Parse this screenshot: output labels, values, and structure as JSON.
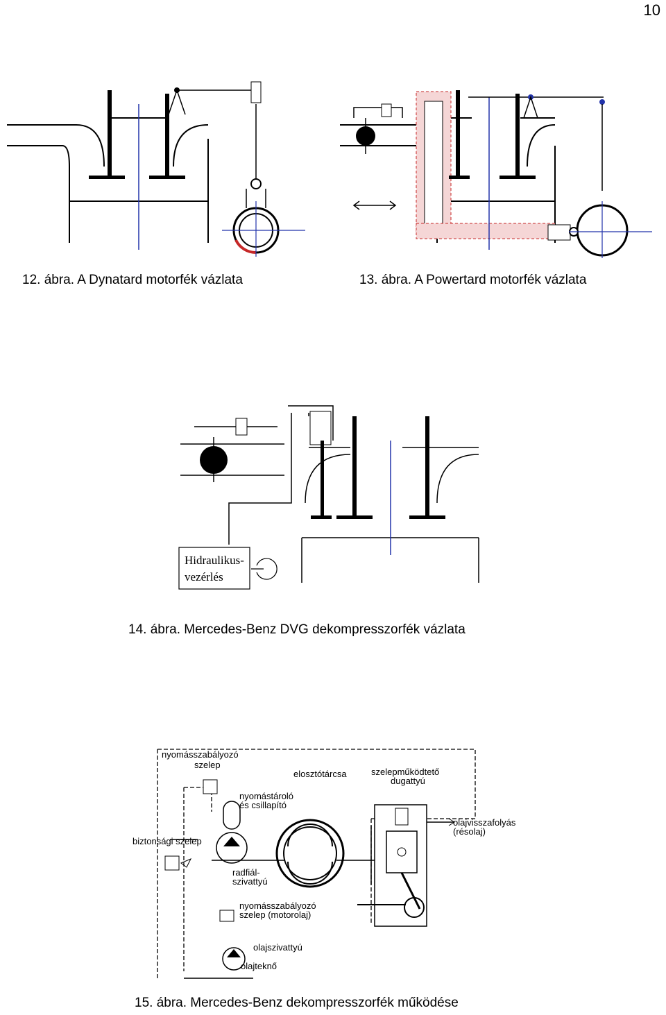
{
  "page": {
    "number": "10"
  },
  "figures": {
    "fig12": {
      "caption": "12. ábra. A Dynatard motorfék vázlata"
    },
    "fig13": {
      "caption": "13. ábra. A Powertard motorfék vázlata"
    },
    "fig14": {
      "caption": "14. ábra. Mercedes-Benz DVG dekompresszorfék vázlata",
      "box_line1": "Hidraulikus-",
      "box_line2": "vezérlés"
    },
    "fig15": {
      "caption": "15. ábra. Mercedes-Benz dekompresszorfék működése",
      "labels": {
        "nyomasszabalyozo_1": "nyomásszabályozó",
        "nyomasszabalyozo_2": "szelep",
        "elosztotarcsa": "elosztótárcsa",
        "szelepmukodteto_1": "szelepműködtető",
        "szelepmukodteto_2": "dugattyú",
        "nyomastarolo_1": "nyomástároló",
        "nyomastarolo_2": "és csillapító",
        "biztonsagi": "biztonsági szelep",
        "olajvissza_1": "olajvisszafolyás",
        "olajvissza_2": "(résolaj)",
        "radial_1": "radfiál-",
        "radial_2": "szivattyú",
        "motorolaj_1": "nyomásszabályozó",
        "motorolaj_2": "szelep (motorolaj)",
        "olajszivattyu": "olajszivattyú",
        "olajtekno": "olajteknő"
      }
    }
  }
}
